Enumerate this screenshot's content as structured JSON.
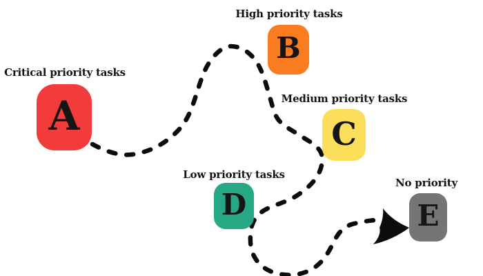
{
  "diagram": {
    "background": "#ffffff",
    "text_color": "#131313"
  },
  "route": {
    "color": "#0b0b0b",
    "style": "dashed",
    "arrow": "arrowhead-right"
  },
  "nodes": [
    {
      "letter": "A",
      "label": "Critical priority tasks",
      "color": "#f23c3c"
    },
    {
      "letter": "B",
      "label": "High priority tasks",
      "color": "#fb7b21"
    },
    {
      "letter": "C",
      "label": "Medium priority tasks",
      "color": "#fbde59"
    },
    {
      "letter": "D",
      "label": "Low priority tasks",
      "color": "#27a884"
    },
    {
      "letter": "E",
      "label": "No priority",
      "color": "#757575"
    }
  ]
}
